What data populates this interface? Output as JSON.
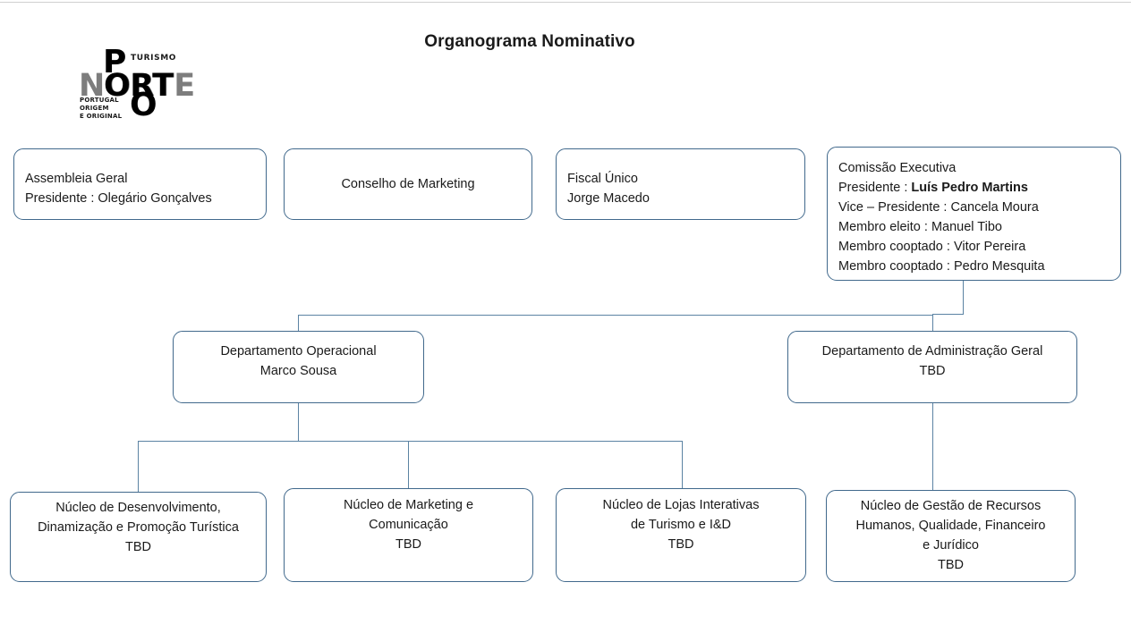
{
  "page": {
    "title": "Organograma Nominativo"
  },
  "logo": {
    "name": "turismo-porto-e-norte-logo",
    "word_norte": "NORTE",
    "letter_p": "P",
    "word_turismo": "TURISMO",
    "letters_ort": "ORT",
    "letter_o": "O",
    "tagline_line1": "PORTUGAL",
    "tagline_line2": "ORIGEM",
    "tagline_line3": "E ORIGINAL"
  },
  "colors": {
    "box_border": "#41698c",
    "connector": "#5b83a3",
    "logo_gray": "#7d7d7d",
    "logo_black": "#000000",
    "top_rule": "#d0d0d0"
  },
  "nodes": {
    "assembleia": {
      "line1": "Assembleia Geral",
      "line2": "Presidente : Olegário Gonçalves"
    },
    "conselho": {
      "line1": "Conselho de Marketing"
    },
    "fiscal": {
      "line1": "Fiscal Único",
      "line2": "Jorge Macedo"
    },
    "comissao": {
      "line1": "Comissão Executiva",
      "line2_label": "Presidente : ",
      "line2_name": "Luís Pedro Martins",
      "line3": "Vice – Presidente : Cancela Moura",
      "line4": "Membro eleito : Manuel Tibo",
      "line5": "Membro cooptado : Vitor Pereira",
      "line6": "Membro cooptado : Pedro Mesquita"
    },
    "dep_operacional": {
      "line1": "Departamento Operacional",
      "line2": "Marco Sousa"
    },
    "dep_administracao": {
      "line1": "Departamento de Administração Geral",
      "line2": "TBD"
    },
    "nucleo_desenvolvimento": {
      "line1": "Núcleo de Desenvolvimento,",
      "line2": "Dinamização e Promoção Turística",
      "line3": "TBD"
    },
    "nucleo_marketing": {
      "line1": "Núcleo de Marketing e",
      "line2": "Comunicação",
      "line3": "TBD"
    },
    "nucleo_lojas": {
      "line1": "Núcleo de  Lojas Interativas",
      "line2": "de Turismo e I&D",
      "line3": "TBD"
    },
    "nucleo_gestao": {
      "line1": "Núcleo de Gestão de Recursos",
      "line2": "Humanos, Qualidade, Financeiro",
      "line3": "e Jurídico",
      "line4": "TBD"
    }
  }
}
